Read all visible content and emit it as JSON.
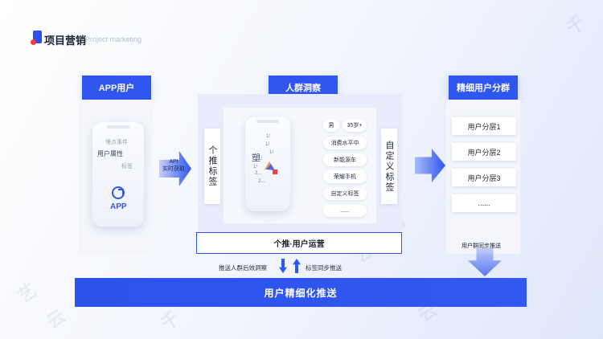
{
  "header": {
    "title": "项目营销",
    "subtitle": "Project marketing"
  },
  "columns": {
    "app_user": {
      "title": "APP用户",
      "phone_lines": [
        "埋点事件",
        "用户属性",
        "标签"
      ],
      "app_label": "APP"
    },
    "api_arrow": {
      "label": "API\n实时获取"
    },
    "crowd_insight": {
      "title": "人群洞察",
      "left_tag": "个推标签",
      "right_tag": "自定义标签",
      "pills": [
        "男",
        "35岁+",
        "消费水平中",
        "新能源车",
        "荣耀手机",
        "自定义标签",
        "......"
      ],
      "scatter_numbers": [
        "1/",
        "1/",
        "1/",
        "1/",
        "1/",
        "2...",
        "2..."
      ],
      "scatter_glyph": "塑",
      "ops_bar": "个推·用户运营",
      "feedback_left": "推送人群后效洞察",
      "feedback_right": "标签同步推送"
    },
    "segmentation": {
      "title": "精细用户分群",
      "layers": [
        "用户分层1",
        "用户分层2",
        "用户分层3",
        "......"
      ],
      "sync_label": "用户群同步推送"
    }
  },
  "bottom_bar": {
    "label": "用户精细化推送"
  },
  "watermark": {
    "chars": [
      "艺",
      "云",
      "图",
      "千",
      "艺",
      "云",
      "图",
      "千"
    ]
  },
  "colors": {
    "brand_blue": "#2f56ee",
    "accent_red": "#ef3e4a"
  }
}
